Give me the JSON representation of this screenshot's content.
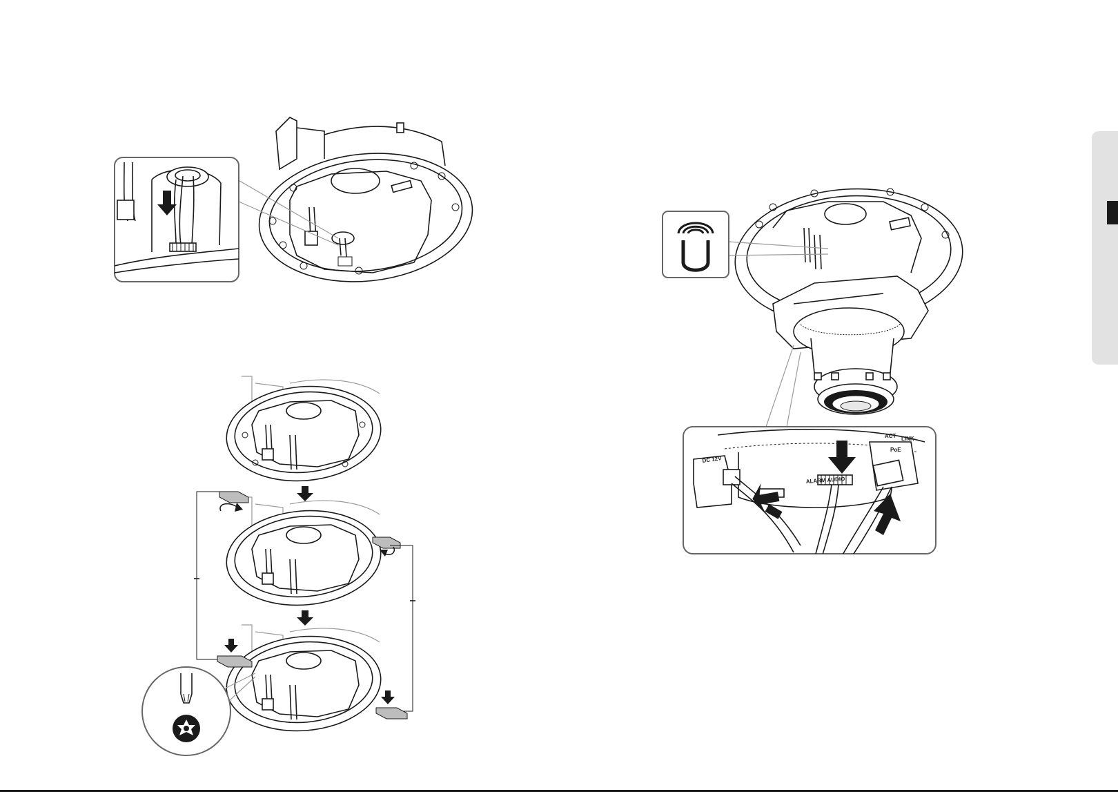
{
  "figures": {
    "camera_connection": {
      "labels": {
        "dc_label": "DC 12V",
        "alarm_audio_label": "ALARM AUDIO",
        "act_label": "ACT",
        "link_label": "LINK",
        "poe_label": "PoE"
      }
    }
  },
  "colors": {
    "ink": "#1a1a1a",
    "tab": "#e2e2e2",
    "callout_border": "#666666"
  }
}
